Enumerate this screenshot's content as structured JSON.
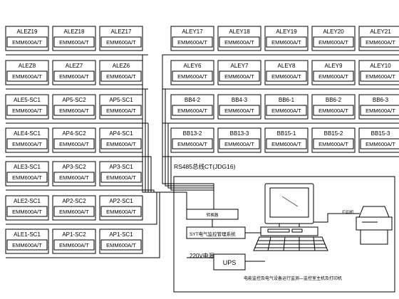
{
  "left_panels": [
    {
      "row": 0,
      "cells": [
        {
          "name": "ALEZ19",
          "model": "EMM600A/T"
        },
        {
          "name": "ALEZ18",
          "model": "EMM600A/T"
        },
        {
          "name": "ALEZ17",
          "model": "EMM600A/T"
        }
      ]
    },
    {
      "row": 1,
      "cells": [
        {
          "name": "ALEZ8",
          "model": "EMM600A/T"
        },
        {
          "name": "ALEZ7",
          "model": "EMM600A/T"
        },
        {
          "name": "ALEZ6",
          "model": "EMM600A/T"
        }
      ]
    },
    {
      "row": 2,
      "cells": [
        {
          "name": "ALE5-SC1",
          "model": "EMM600A/T"
        },
        {
          "name": "AP5-SC2",
          "model": "EMM600A/T"
        },
        {
          "name": "AP5-SC1",
          "model": "EMM600A/T"
        }
      ]
    },
    {
      "row": 3,
      "cells": [
        {
          "name": "ALE4-SC1",
          "model": "EMM600A/T"
        },
        {
          "name": "AP4-SC2",
          "model": "EMM600A/T"
        },
        {
          "name": "AP4-SC1",
          "model": "EMM600A/T"
        }
      ]
    },
    {
      "row": 4,
      "cells": [
        {
          "name": "ALE3-SC1",
          "model": "EMM600A/T"
        },
        {
          "name": "AP3-SC2",
          "model": "EMM600A/T"
        },
        {
          "name": "AP3-SC1",
          "model": "EMM600A/T"
        }
      ]
    },
    {
      "row": 5,
      "cells": [
        {
          "name": "ALE2-SC1",
          "model": "EMM600A/T"
        },
        {
          "name": "AP2-SC2",
          "model": "EMM600A/T"
        },
        {
          "name": "AP2-SC1",
          "model": "EMM600A/T"
        }
      ]
    },
    {
      "row": 6,
      "cells": [
        {
          "name": "ALE1-SC1",
          "model": "EMM600A/T"
        },
        {
          "name": "AP1-SC2",
          "model": "EMM600A/T"
        },
        {
          "name": "AP1-SC1",
          "model": "EMM600A/T"
        }
      ]
    }
  ],
  "right_panels": [
    {
      "row": 0,
      "cells": [
        {
          "name": "ALEY17",
          "model": "EMM600A/T"
        },
        {
          "name": "ALEY18",
          "model": "EMM600A/T"
        },
        {
          "name": "ALEY19",
          "model": "EMM600A/T"
        },
        {
          "name": "ALEY20",
          "model": "EMM600A/T"
        },
        {
          "name": "ALEY21",
          "model": "EMM600A/T"
        }
      ]
    },
    {
      "row": 1,
      "cells": [
        {
          "name": "ALEY6",
          "model": "EMM600A/T"
        },
        {
          "name": "ALEY7",
          "model": "EMM600A/T"
        },
        {
          "name": "ALEY8",
          "model": "EMM600A/T"
        },
        {
          "name": "ALEY9",
          "model": "EMM600A/T"
        },
        {
          "name": "ALEY10",
          "model": "EMM600A/T"
        }
      ]
    },
    {
      "row": 2,
      "cells": [
        {
          "name": "BB4-2",
          "model": "EMM600A/T"
        },
        {
          "name": "BB4-3",
          "model": "EMM600A/T"
        },
        {
          "name": "BB6-1",
          "model": "EMM600A/T"
        },
        {
          "name": "BB6-2",
          "model": "EMM600A/T"
        },
        {
          "name": "BB6-3",
          "model": "EMM600A/T"
        }
      ]
    },
    {
      "row": 3,
      "cells": [
        {
          "name": "BB13-2",
          "model": "EMM600A/T"
        },
        {
          "name": "BB13-3",
          "model": "EMM600A/T"
        },
        {
          "name": "BB15-1",
          "model": "EMM600A/T"
        },
        {
          "name": "BB15-2",
          "model": "EMM600A/T"
        },
        {
          "name": "BB15-3",
          "model": "EMM600A/T"
        }
      ]
    }
  ],
  "bus_label": "RS485总线CT(JDG16)",
  "control_room": {
    "converter_label": "转换器",
    "system_label": "SYT电气监控管理系统",
    "power_label": "220V电源",
    "ups_label": "UPS",
    "printer_label": "打印机",
    "caption": "电能监控及电气设备运行监测—监控室主机及打印机"
  }
}
